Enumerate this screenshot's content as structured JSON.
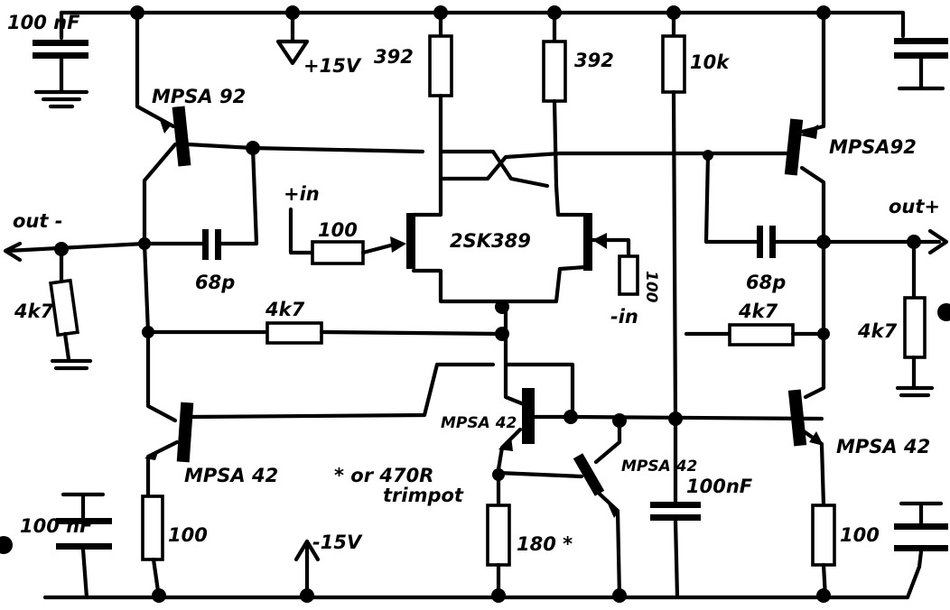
{
  "supplies": {
    "pos": "+15V",
    "neg": "-15V"
  },
  "inputs": {
    "plus": "+in",
    "minus": "-in"
  },
  "outputs": {
    "minus": "out -",
    "plus": "out+"
  },
  "jfet": "2SK389",
  "transistors": {
    "top_left": "MPSA 92",
    "top_right": "MPSA92",
    "bottom_left": "MPSA 42",
    "bottom_right": "MPSA 42",
    "mirror_left": "MPSA 42",
    "mirror_right": "MPSA 42"
  },
  "resistors": {
    "drain_left": "392",
    "drain_right": "392",
    "bias_top": "10k",
    "input_plus": "100",
    "input_minus": "100",
    "fb_left": "4k7",
    "fb_right": "4k7",
    "out_left": "4k7",
    "out_right": "4k7",
    "emitter_left": "100",
    "emitter_right": "100",
    "tail": "180 *"
  },
  "capacitors": {
    "top_left": "100 nF",
    "bottom_left": "100 nF",
    "mid": "100nF",
    "comp_left": "68p",
    "comp_right": "68p"
  },
  "note": {
    "line1": "* or 470R",
    "line2": "trimpot"
  }
}
